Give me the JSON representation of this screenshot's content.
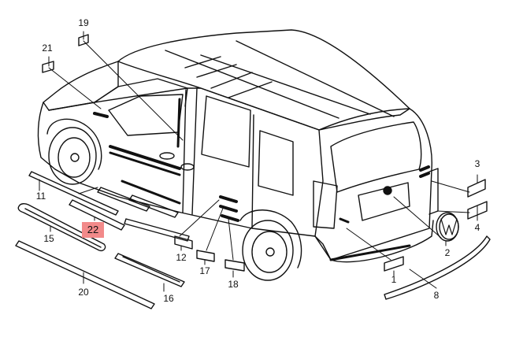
{
  "callouts": [
    {
      "id": "c1",
      "label": "1"
    },
    {
      "id": "c2",
      "label": "2"
    },
    {
      "id": "c3",
      "label": "3"
    },
    {
      "id": "c4",
      "label": "4"
    },
    {
      "id": "c8",
      "label": "8"
    },
    {
      "id": "c11",
      "label": "11"
    },
    {
      "id": "c12",
      "label": "12"
    },
    {
      "id": "c15",
      "label": "15"
    },
    {
      "id": "c16",
      "label": "16"
    },
    {
      "id": "c17",
      "label": "17"
    },
    {
      "id": "c18",
      "label": "18"
    },
    {
      "id": "c19",
      "label": "19"
    },
    {
      "id": "c20",
      "label": "20"
    },
    {
      "id": "c21",
      "label": "21"
    },
    {
      "id": "c22",
      "label": "22",
      "highlighted": true
    }
  ],
  "colors": {
    "line": "#111111",
    "highlight": "#f28a8a",
    "background": "#ffffff"
  },
  "emblem_letters": "VW"
}
